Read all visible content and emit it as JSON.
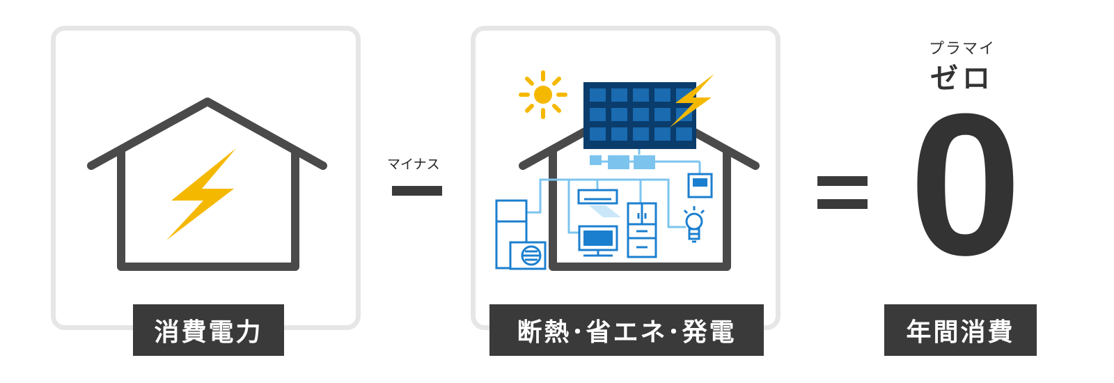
{
  "left": {
    "label": "消費電力"
  },
  "operator_minus": {
    "caption": "マイナス"
  },
  "middle": {
    "label": "断熱･省エネ･発電"
  },
  "result": {
    "small_caption": "プラマイ",
    "caption": "ゼロ",
    "value": "0",
    "label": "年間消費"
  },
  "colors": {
    "house_stroke": "#4a4a4a",
    "bolt": "#f5b800",
    "appliance_blue": "#1b7fcf",
    "wire_blue": "#7cc4ee",
    "panel_dark": "#0a3c6c",
    "panel_cell": "#1a6bb0",
    "label_bg": "#3a3a3a"
  }
}
